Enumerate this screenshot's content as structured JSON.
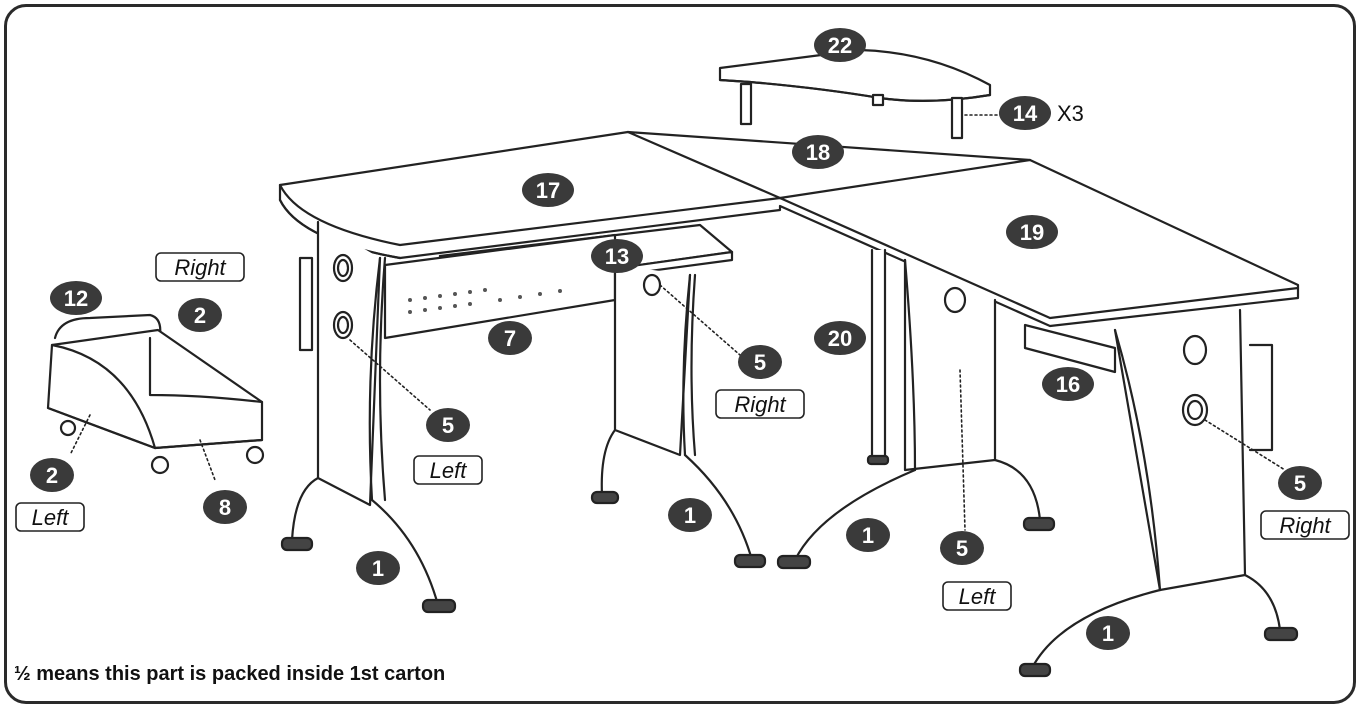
{
  "diagram": {
    "callouts": [
      {
        "id": "c22",
        "number": "22"
      },
      {
        "id": "c14",
        "number": "14",
        "suffix": "X3"
      },
      {
        "id": "c18",
        "number": "18"
      },
      {
        "id": "c17",
        "number": "17"
      },
      {
        "id": "c19",
        "number": "19"
      },
      {
        "id": "c13",
        "number": "13"
      },
      {
        "id": "c12",
        "number": "12"
      },
      {
        "id": "c2r",
        "number": "2",
        "tag": "Right"
      },
      {
        "id": "c2l",
        "number": "2",
        "tag": "Left"
      },
      {
        "id": "c8",
        "number": "8"
      },
      {
        "id": "c7",
        "number": "7"
      },
      {
        "id": "c20",
        "number": "20"
      },
      {
        "id": "c16",
        "number": "16"
      },
      {
        "id": "c5a",
        "number": "5",
        "tag": "Left"
      },
      {
        "id": "c5b",
        "number": "5",
        "tag": "Right"
      },
      {
        "id": "c5c",
        "number": "5",
        "tag": "Left"
      },
      {
        "id": "c5d",
        "number": "5",
        "tag": "Right"
      },
      {
        "id": "c1a",
        "number": "1"
      },
      {
        "id": "c1b",
        "number": "1"
      },
      {
        "id": "c1c",
        "number": "1"
      },
      {
        "id": "c1d",
        "number": "1"
      }
    ]
  },
  "footnote": "½ means this part is packed inside 1st carton",
  "colors": {
    "callout_fill": "#3a3a3a",
    "line": "#222222"
  }
}
